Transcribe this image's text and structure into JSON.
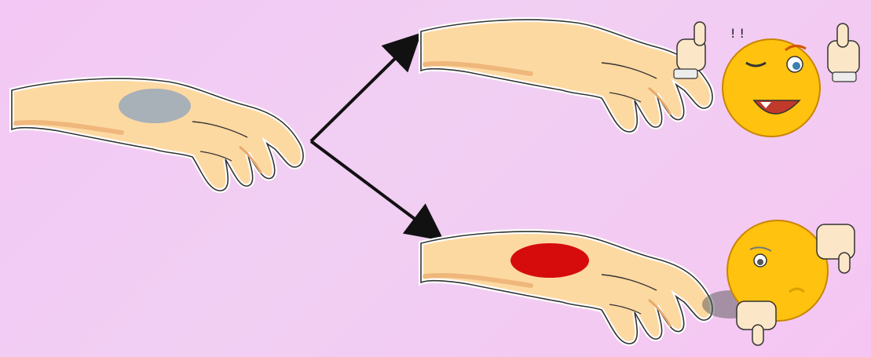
{
  "diagram": {
    "description_free": true,
    "colors": {
      "background": "#f3c8f4",
      "skin": "#fdd9a2",
      "skin_shadow": "#e8a86c",
      "outline": "#222222",
      "spot_neutral": "#a8b0b8",
      "spot_reaction": "#d60c0c",
      "smiley": "#ffc20e",
      "arrow": "#111111"
    },
    "elements": {
      "source_hand": {
        "icon": "hand-with-gray-spot"
      },
      "branch_arrows": {
        "icon": "two-way-arrow"
      },
      "outcome_top": {
        "hand": "hand-no-mark",
        "face": "happy-smiley-thumbs-up"
      },
      "outcome_bottom": {
        "hand": "hand-red-spot",
        "face": "sad-smiley-thumbs-down"
      }
    }
  }
}
